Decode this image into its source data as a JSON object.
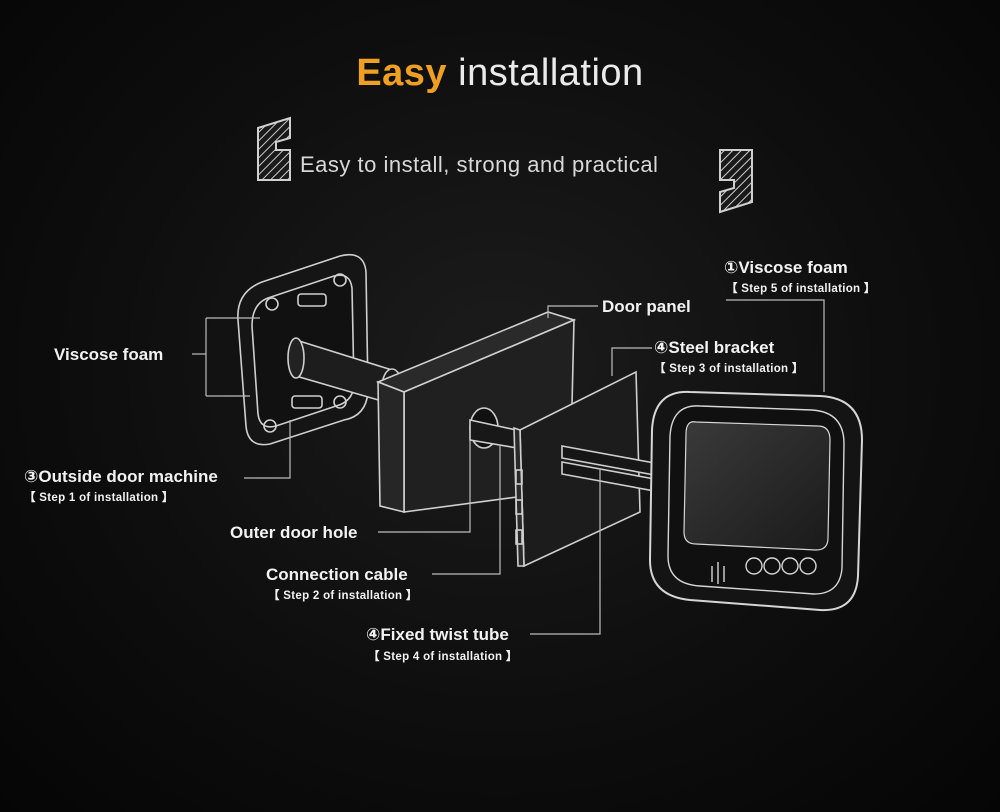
{
  "header": {
    "title_highlight": "Easy",
    "title_rest": "installation",
    "subtitle": "Easy to install, strong and practical"
  },
  "colors": {
    "background": "#000000",
    "accent": "#f0a020",
    "text": "#f2f2f2",
    "line": "#bdbdbd"
  },
  "icons": {
    "open_quote": "open-quote-icon",
    "close_quote": "close-quote-icon",
    "logo": "brand-logo-icon",
    "buttons": "control-button-icon"
  },
  "labels": {
    "viscose_foam_right": {
      "title": "①Viscose foam",
      "step": "【 Step 5 of installation 】"
    },
    "door_panel": {
      "title": "Door panel"
    },
    "steel_bracket": {
      "title": "④Steel bracket",
      "step": "【 Step 3 of installation 】"
    },
    "viscose_foam_left": {
      "title": "Viscose foam"
    },
    "outside_door_machine": {
      "title": "③Outside door machine",
      "step": "【 Step 1 of installation 】"
    },
    "outer_door_hole": {
      "title": "Outer door hole"
    },
    "connection_cable": {
      "title": "Connection cable",
      "step": "【 Step 2 of installation 】"
    },
    "fixed_twist_tube": {
      "title": "④Fixed twist tube",
      "step": "【 Step 4 of installation 】"
    }
  }
}
